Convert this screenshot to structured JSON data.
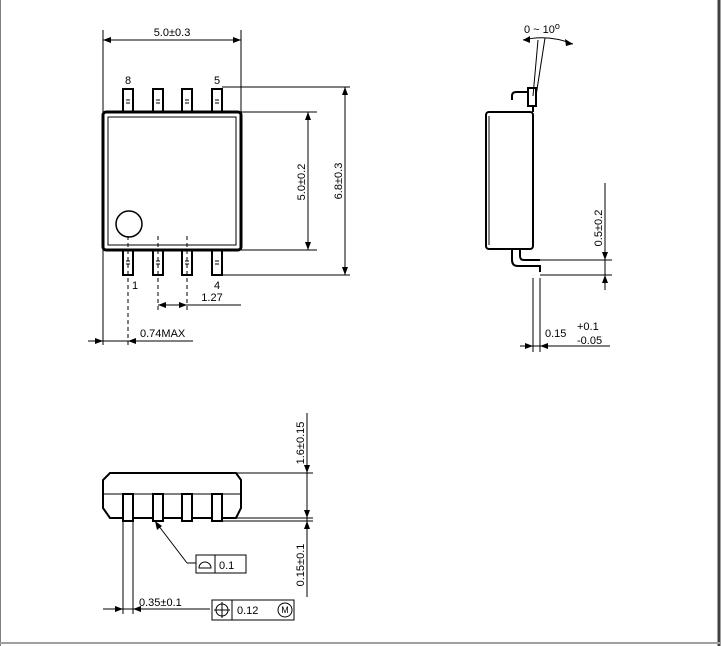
{
  "top_view": {
    "width_dim": "5.0±0.3",
    "body_height_dim": "5.0±0.2",
    "total_height_dim": "6.8±0.3",
    "pitch_dim": "1.27",
    "offset_dim": "0.74MAX",
    "pin_labels": {
      "p8": "8",
      "p5": "5",
      "p1": "1",
      "p4": "4"
    }
  },
  "side_view": {
    "angle_dim": "0 ~ 10",
    "angle_unit": "o",
    "lead_length_dim": "0.5±0.2",
    "thickness_base": "0.15",
    "thickness_upper_tol": "+0.1",
    "thickness_lower_tol": "-0.05"
  },
  "front_view": {
    "height_dim": "1.6±0.15",
    "standoff_dim": "0.15±0.1",
    "lead_width_dim": "0.35±0.1",
    "flatness_value": "0.1",
    "position_value": "0.12",
    "modifier": "M"
  }
}
